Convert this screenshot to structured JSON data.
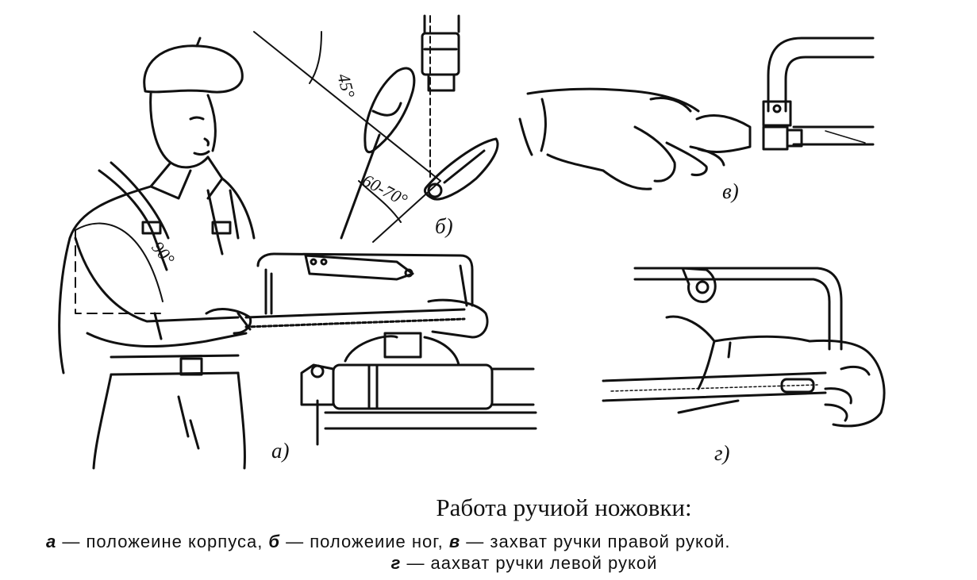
{
  "labels": {
    "a": "а)",
    "b": "б)",
    "v": "в)",
    "g": "г)"
  },
  "angles": {
    "deg45": "45°",
    "deg6070": "60-70°",
    "deg90": "90°"
  },
  "caption": {
    "title": "Работа ручиой ножовки:",
    "items": [
      {
        "key": "а",
        "text": " — положеине корпуса, "
      },
      {
        "key": "б",
        "text": " — положеиие ног, "
      },
      {
        "key": "в",
        "text": " — захват ручки правой рукой."
      },
      {
        "key": "г",
        "text": " — аахват ручки левой рукой"
      }
    ]
  },
  "colors": {
    "ink": "#111111",
    "paper": "#ffffff"
  }
}
